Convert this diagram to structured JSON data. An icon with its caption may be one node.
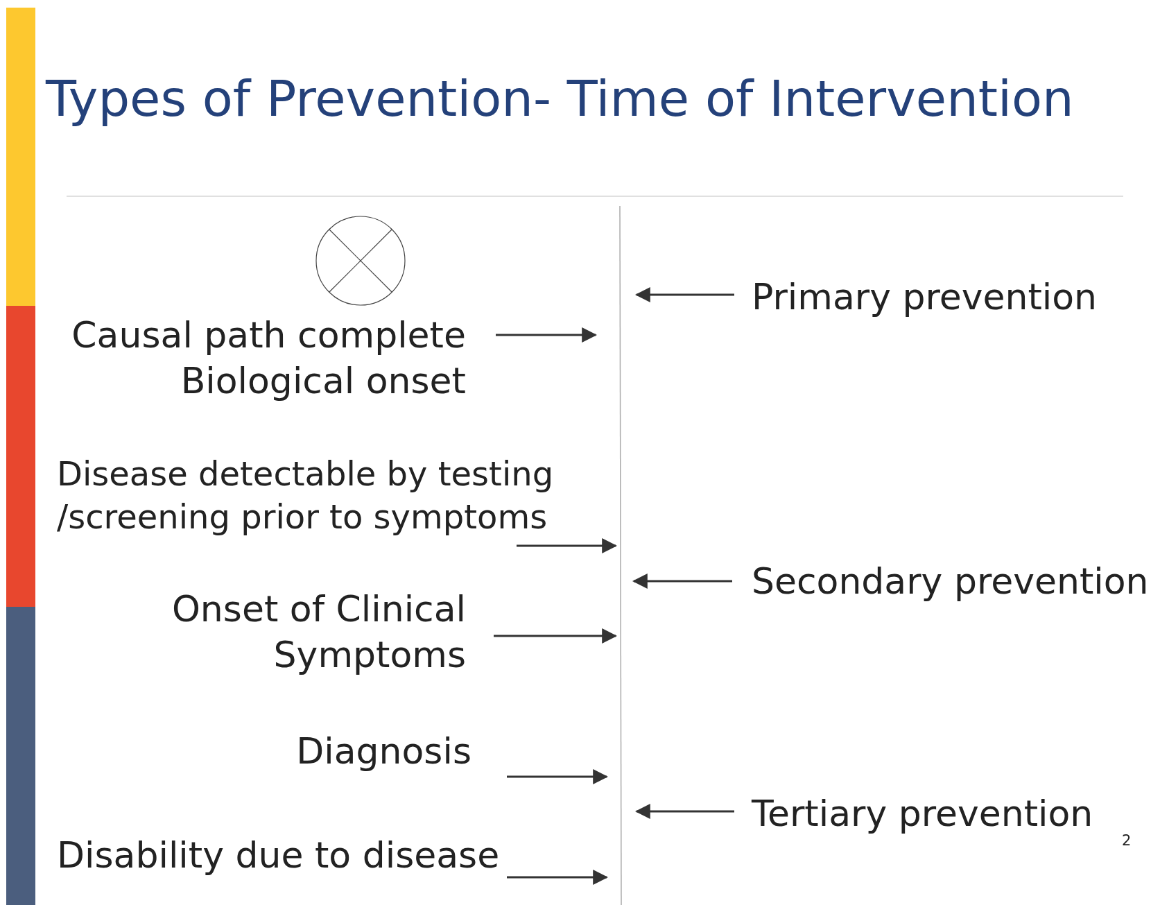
{
  "diagram": {
    "title": "Types of Prevention- Time of Intervention",
    "nodes": [
      {
        "text": [
          "Causal path complete",
          "Biological onset"
        ]
      },
      {
        "text": [
          "Disease detectable by testing /screening prior to symptoms"
        ]
      },
      {
        "text": [
          "Onset of Clinical Symptoms"
        ]
      },
      {
        "text": [
          "Diagnosis"
        ]
      },
      {
        "text": [
          "Disability due to disease"
        ]
      },
      {
        "text": [
          "Primary prevention"
        ]
      },
      {
        "text": [
          "Secondary prevention"
        ]
      },
      {
        "text": [
          "Tertiary prevention"
        ]
      }
    ],
    "edges": [
      {
        "from": 0,
        "to": null,
        "arrow": "to"
      },
      {
        "from": 1,
        "to": null,
        "arrow": "to"
      },
      {
        "from": 2,
        "to": null,
        "arrow": "to"
      },
      {
        "from": 3,
        "to": null,
        "arrow": "to"
      },
      {
        "from": 4,
        "to": null,
        "arrow": "to"
      },
      {
        "from": 5,
        "to": null,
        "arrow": "to"
      },
      {
        "from": 6,
        "to": null,
        "arrow": "to"
      },
      {
        "from": 7,
        "to": null,
        "arrow": "to"
      }
    ],
    "labels": [
      "2"
    ]
  }
}
